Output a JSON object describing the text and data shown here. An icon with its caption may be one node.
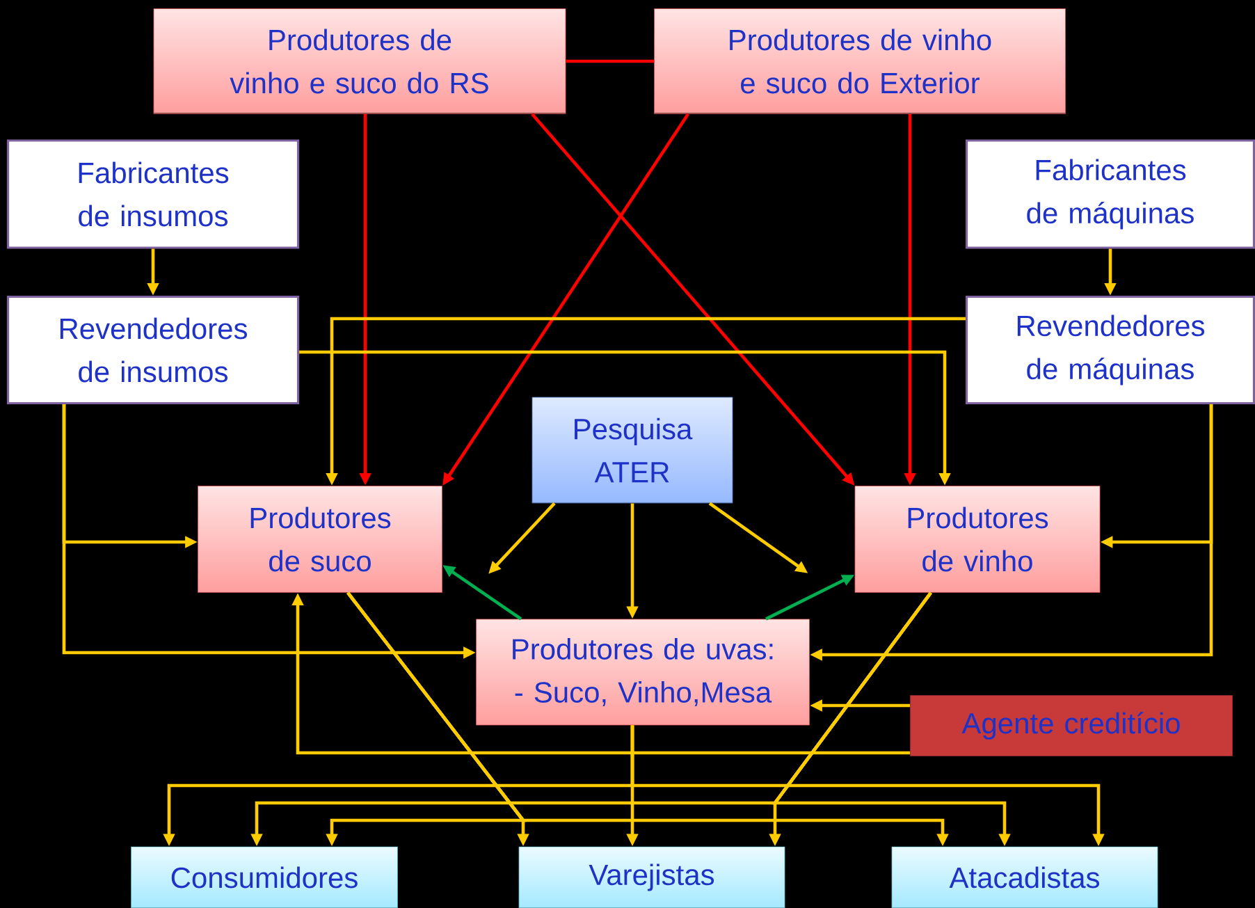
{
  "diagram": {
    "nodes": [
      {
        "text": [
          "Produtores de vinho e suco do RS"
        ]
      },
      {
        "text": [
          "Produtores de vinho e suco do Exterior"
        ]
      },
      {
        "text": [
          "Fabricantes de insumos"
        ]
      },
      {
        "text": [
          "Fabricantes de máquinas"
        ]
      },
      {
        "text": [
          "Revendedores de insumos"
        ]
      },
      {
        "text": [
          "Revendedores de máquinas"
        ]
      },
      {
        "text": [
          "Pesquisa ATER"
        ]
      },
      {
        "text": [
          "Produtores de suco"
        ]
      },
      {
        "text": [
          "Produtores de vinho"
        ]
      },
      {
        "text": [
          "Produtores de uvas: - Suco, Vinho,Mesa"
        ]
      },
      {
        "text": [
          "Agente creditício"
        ]
      },
      {
        "text": [
          "Consumidores"
        ]
      },
      {
        "text": [
          "Varejistas"
        ]
      },
      {
        "text": [
          "Atacadistas"
        ]
      }
    ],
    "edges": [
      {
        "from": 0,
        "to": 1,
        "arrow": "none",
        "color": "#ff0000"
      },
      {
        "from": 0,
        "to": 7,
        "arrow": "to",
        "color": "#ff0000"
      },
      {
        "from": 0,
        "to": 8,
        "arrow": "to",
        "color": "#ff0000"
      },
      {
        "from": 1,
        "to": 7,
        "arrow": "to",
        "color": "#ff0000"
      },
      {
        "from": 1,
        "to": 8,
        "arrow": "to",
        "color": "#ff0000"
      },
      {
        "from": 2,
        "to": 4,
        "arrow": "to"
      },
      {
        "from": 3,
        "to": 5,
        "arrow": "to"
      },
      {
        "from": 5,
        "to": 7,
        "arrow": "to"
      },
      {
        "from": 4,
        "to": 8,
        "arrow": "to"
      },
      {
        "from": 4,
        "to": 7,
        "arrow": "to"
      },
      {
        "from": 4,
        "to": 9,
        "arrow": "to"
      },
      {
        "from": 5,
        "to": 8,
        "arrow": "to"
      },
      {
        "from": 5,
        "to": 9,
        "arrow": "to"
      },
      {
        "from": 6,
        "to": 7,
        "arrow": "to"
      },
      {
        "from": 6,
        "to": 9,
        "arrow": "to"
      },
      {
        "from": 6,
        "to": 8,
        "arrow": "to"
      },
      {
        "from": 9,
        "to": 7,
        "arrow": "to",
        "color": "#00b050"
      },
      {
        "from": 9,
        "to": 8,
        "arrow": "to",
        "color": "#00b050"
      },
      {
        "from": 10,
        "to": 9,
        "arrow": "to"
      },
      {
        "from": 10,
        "to": 7,
        "arrow": "to"
      },
      {
        "from": 7,
        "to": 12,
        "arrow": "to"
      },
      {
        "from": 7,
        "to": 11,
        "arrow": "to"
      },
      {
        "from": 7,
        "to": 13,
        "arrow": "to"
      },
      {
        "from": 8,
        "to": 12,
        "arrow": "to"
      },
      {
        "from": 8,
        "to": 11,
        "arrow": "to"
      },
      {
        "from": 8,
        "to": 13,
        "arrow": "to"
      },
      {
        "from": 9,
        "to": 12,
        "arrow": "to"
      },
      {
        "from": 9,
        "to": 11,
        "arrow": "to"
      },
      {
        "from": 9,
        "to": 13,
        "arrow": "to"
      }
    ]
  }
}
